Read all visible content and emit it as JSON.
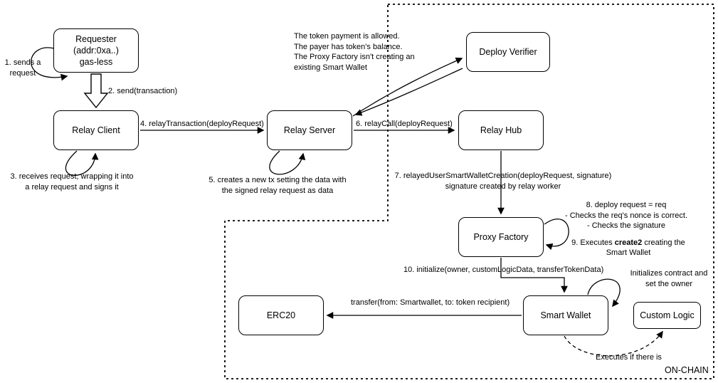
{
  "regions": {
    "onchain": "ON-CHAIN"
  },
  "nodes": {
    "requester": {
      "label": "Requester\n(addr:0xa..)\ngas-less"
    },
    "relay_client": {
      "label": "Relay Client"
    },
    "relay_server": {
      "label": "Relay Server"
    },
    "deploy_verifier": {
      "label": "Deploy Verifier"
    },
    "relay_hub": {
      "label": "Relay Hub"
    },
    "proxy_factory": {
      "label": "Proxy Factory"
    },
    "smart_wallet": {
      "label": "Smart Wallet"
    },
    "custom_logic": {
      "label": "Custom Logic"
    },
    "erc20": {
      "label": "ERC20"
    }
  },
  "annotations": {
    "step1": "1. sends a\nrequest",
    "step2": "2. send(transaction)",
    "step3": "3. receives request, wrapping it into\na relay request and signs it",
    "step4": "4. relayTransaction(deployRequest)",
    "step5": "5. creates a new tx setting the data with\nthe signed relay request as data",
    "step6": "6. relayCall(deployRequest)",
    "verifier_checks": "The token payment is allowed.\nThe payer has token's balance.\nThe Proxy Factory isn't creating an\nexisting Smart Wallet",
    "step7": "7. relayedUserSmartWalletCreation(deployRequest, signature)\nsignature created by relay worker",
    "step8": "8. deploy request = req\n- Checks the req's nonce is correct.\n- Checks the signature",
    "step9_pre": "9. Executes ",
    "step9_bold": "create2",
    "step9_post": " creating the\nSmart Wallet",
    "step10": "10. initialize(owner, customLogicData, transferTokenData)",
    "initializes": "Initializes contract and\nset the owner",
    "transfer": "transfer(from: Smartwallet, to: token recipient)",
    "executes_if": "Executes if there is"
  }
}
